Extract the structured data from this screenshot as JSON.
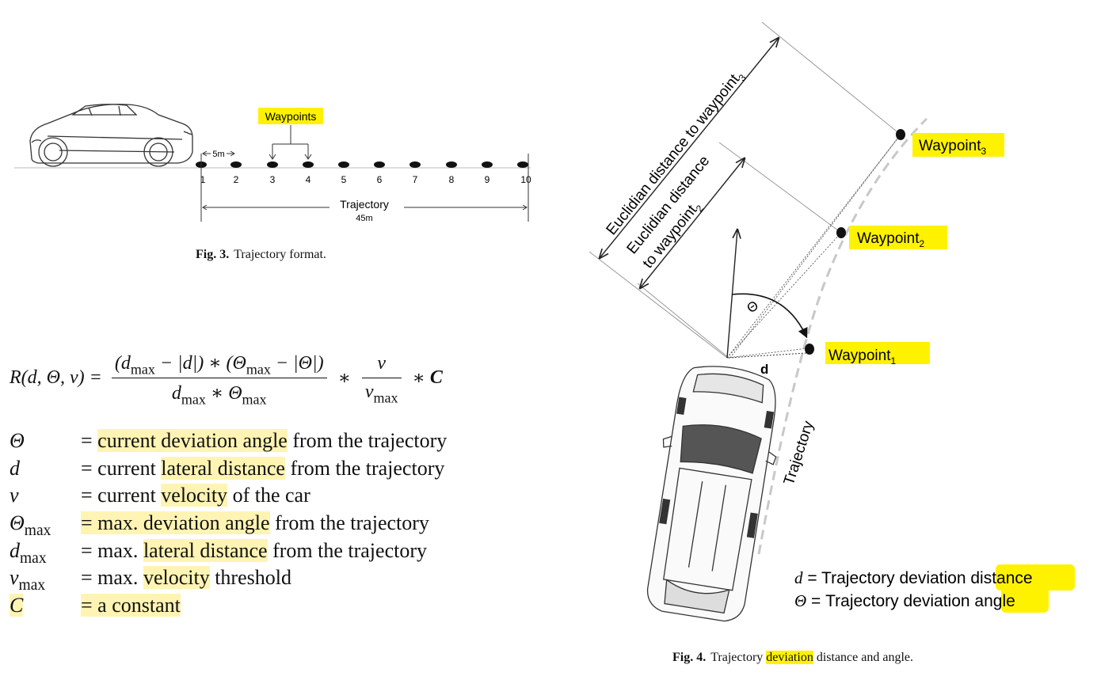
{
  "fig3": {
    "waypoints_label": "Waypoints",
    "spacing_label": "5m",
    "numbers": [
      "1",
      "2",
      "3",
      "4",
      "5",
      "6",
      "7",
      "8",
      "9",
      "10"
    ],
    "trajectory_label": "Trajectory",
    "length_label": "45m",
    "caption_num": "Fig. 3.",
    "caption_text": "Trajectory format."
  },
  "equation": {
    "lhs": "R(d, Θ, v) =",
    "num_a": "(d",
    "num_a_sub": "max",
    "num_b": " − |d|) ∗ (Θ",
    "num_b_sub": "max",
    "num_c": " − |Θ|)",
    "den_a": "d",
    "den_a_sub": "max",
    "den_b": " ∗ Θ",
    "den_b_sub": "max",
    "times": "∗",
    "v_num": "v",
    "v_den": "v",
    "v_den_sub": "max",
    "times2": "∗ ",
    "const": "C"
  },
  "definitions": [
    {
      "sym": "Θ",
      "sub": "",
      "eq": "= ",
      "pre": "",
      "hl": "current deviation angle",
      "post": " from the trajectory",
      "eq_hl": true
    },
    {
      "sym": "d",
      "sub": "",
      "eq": "= ",
      "pre": "current ",
      "hl": "lateral distance",
      "post": " from the trajectory",
      "eq_hl": false
    },
    {
      "sym": "v",
      "sub": "",
      "eq": "= ",
      "pre": "current ",
      "hl": "velocity",
      "post": " of the car",
      "eq_hl": false
    },
    {
      "sym": "Θ",
      "sub": "max",
      "eq": "= ",
      "pre": "",
      "hl": "max. deviation angle",
      "post": " from the trajectory",
      "eq_hl": true
    },
    {
      "sym": "d",
      "sub": "max",
      "eq": "= ",
      "pre": "max. ",
      "hl": "lateral distance",
      "post": " from the trajectory",
      "eq_hl": false
    },
    {
      "sym": "v",
      "sub": "max",
      "eq": "= ",
      "pre": "max. ",
      "hl": "velocity",
      "post": " threshold",
      "eq_hl": false
    },
    {
      "sym": "C",
      "sub": "",
      "eq": "= ",
      "pre": "",
      "hl": "a constant",
      "post": "",
      "eq_hl": true,
      "sym_hl": true
    }
  ],
  "fig4": {
    "euclid3": "Euclidian distance to waypoint",
    "euclid3_sub": "3",
    "euclid2_line1": "Euclidian distance",
    "euclid2_line2": "to waypoint",
    "euclid2_sub": "2",
    "waypoint": "Waypoint",
    "wp1_sub": "1",
    "wp2_sub": "2",
    "wp3_sub": "3",
    "theta": "Θ",
    "d": "d",
    "trajectory": "Trajectory",
    "legend_d_sym": "d",
    "legend_d_text": " = Trajectory deviation ",
    "legend_d_hl": "distance",
    "legend_theta_sym": "Θ",
    "legend_theta_text": " = Trajectory deviation ",
    "legend_theta_hl": "angle",
    "caption_num": "Fig. 4.",
    "caption_pre": "Trajectory ",
    "caption_hl": "deviation",
    "caption_post": " distance and angle."
  },
  "colors": {
    "highlight_bright": "#fff200",
    "highlight_soft": "#fff4b3",
    "text": "#111111"
  }
}
